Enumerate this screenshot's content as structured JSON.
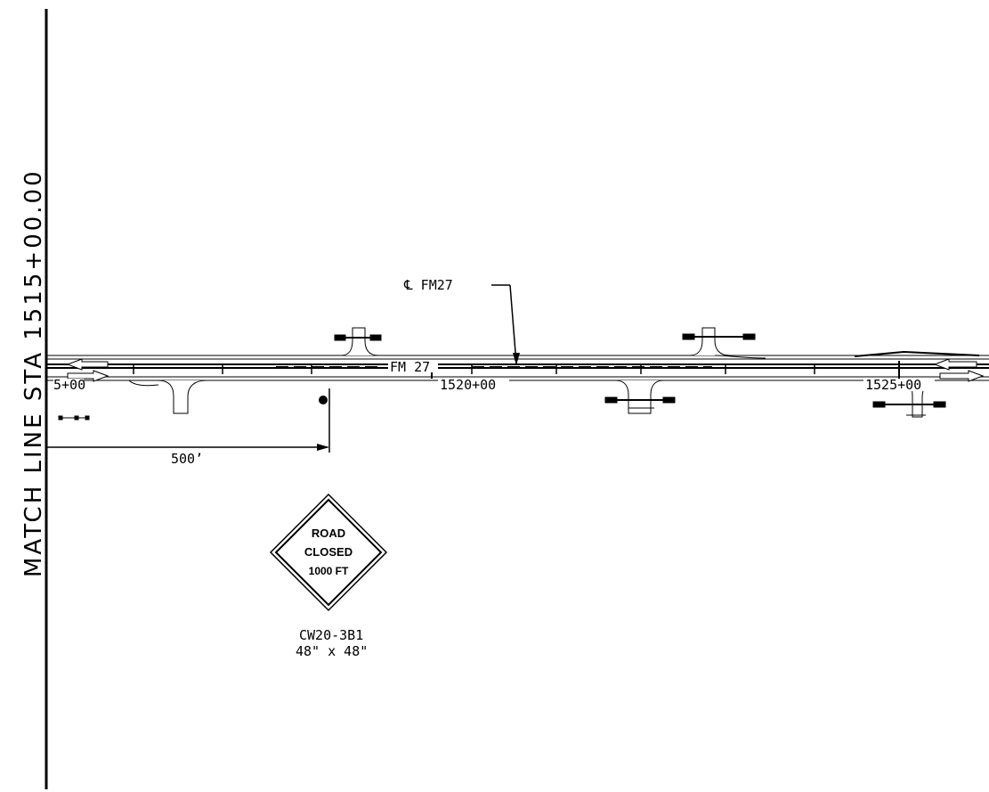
{
  "match_line": {
    "label": "MATCH LINE STA 1515+00.00"
  },
  "road": {
    "name": "FM 27",
    "centerline_label": "℄ FM27"
  },
  "stations": {
    "left": "5+00",
    "middle": "1520+00",
    "right": "1525+00"
  },
  "dimension": {
    "label": "500’"
  },
  "sign": {
    "line1": "ROAD",
    "line2": "CLOSED",
    "line3": "1000 FT",
    "code": "CW20-3B1",
    "size": "48\" x 48\""
  }
}
